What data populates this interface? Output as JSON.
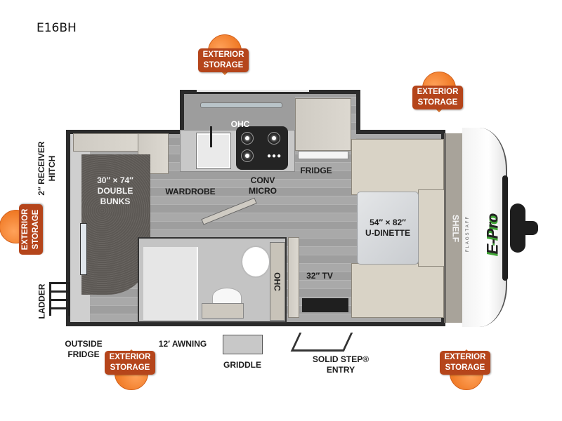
{
  "model": "E16BH",
  "badges": {
    "top_center": "EXTERIOR STORAGE",
    "top_right": "EXTERIOR STORAGE",
    "left": "EXTERIOR STORAGE",
    "bottom_left": "EXTERIOR STORAGE",
    "bottom_right": "EXTERIOR STORAGE"
  },
  "badge_lines": [
    "EXTERIOR",
    "STORAGE"
  ],
  "labels": {
    "receiver_hitch": [
      "2″ RECEIVER",
      "HITCH"
    ],
    "bunks": [
      "30″ × 74″",
      "DOUBLE",
      "BUNKS"
    ],
    "ladder": "LADDER",
    "ohc_kitchen": "OHC",
    "wardrobe": "WARDROBE",
    "conv_micro": [
      "CONV",
      "MICRO"
    ],
    "fridge": "FRIDGE",
    "dinette": [
      "54″ × 82″",
      "U-DINETTE"
    ],
    "shelf": "SHELF",
    "ohc_bath": "OHC",
    "tv": "32″ TV",
    "outside_fridge": [
      "OUTSIDE",
      "FRIDGE"
    ],
    "awning": "12′ AWNING",
    "griddle": "GRIDDLE",
    "entry": [
      "SOLID STEP®",
      "ENTRY"
    ],
    "brand": "FLAGSTAFF",
    "logo": "E-Pro"
  },
  "colors": {
    "badge_plate": "#b5451b",
    "badge_drop": "#f07a26",
    "wall": "#2b2b2b",
    "logo_green": "#3fa535"
  }
}
